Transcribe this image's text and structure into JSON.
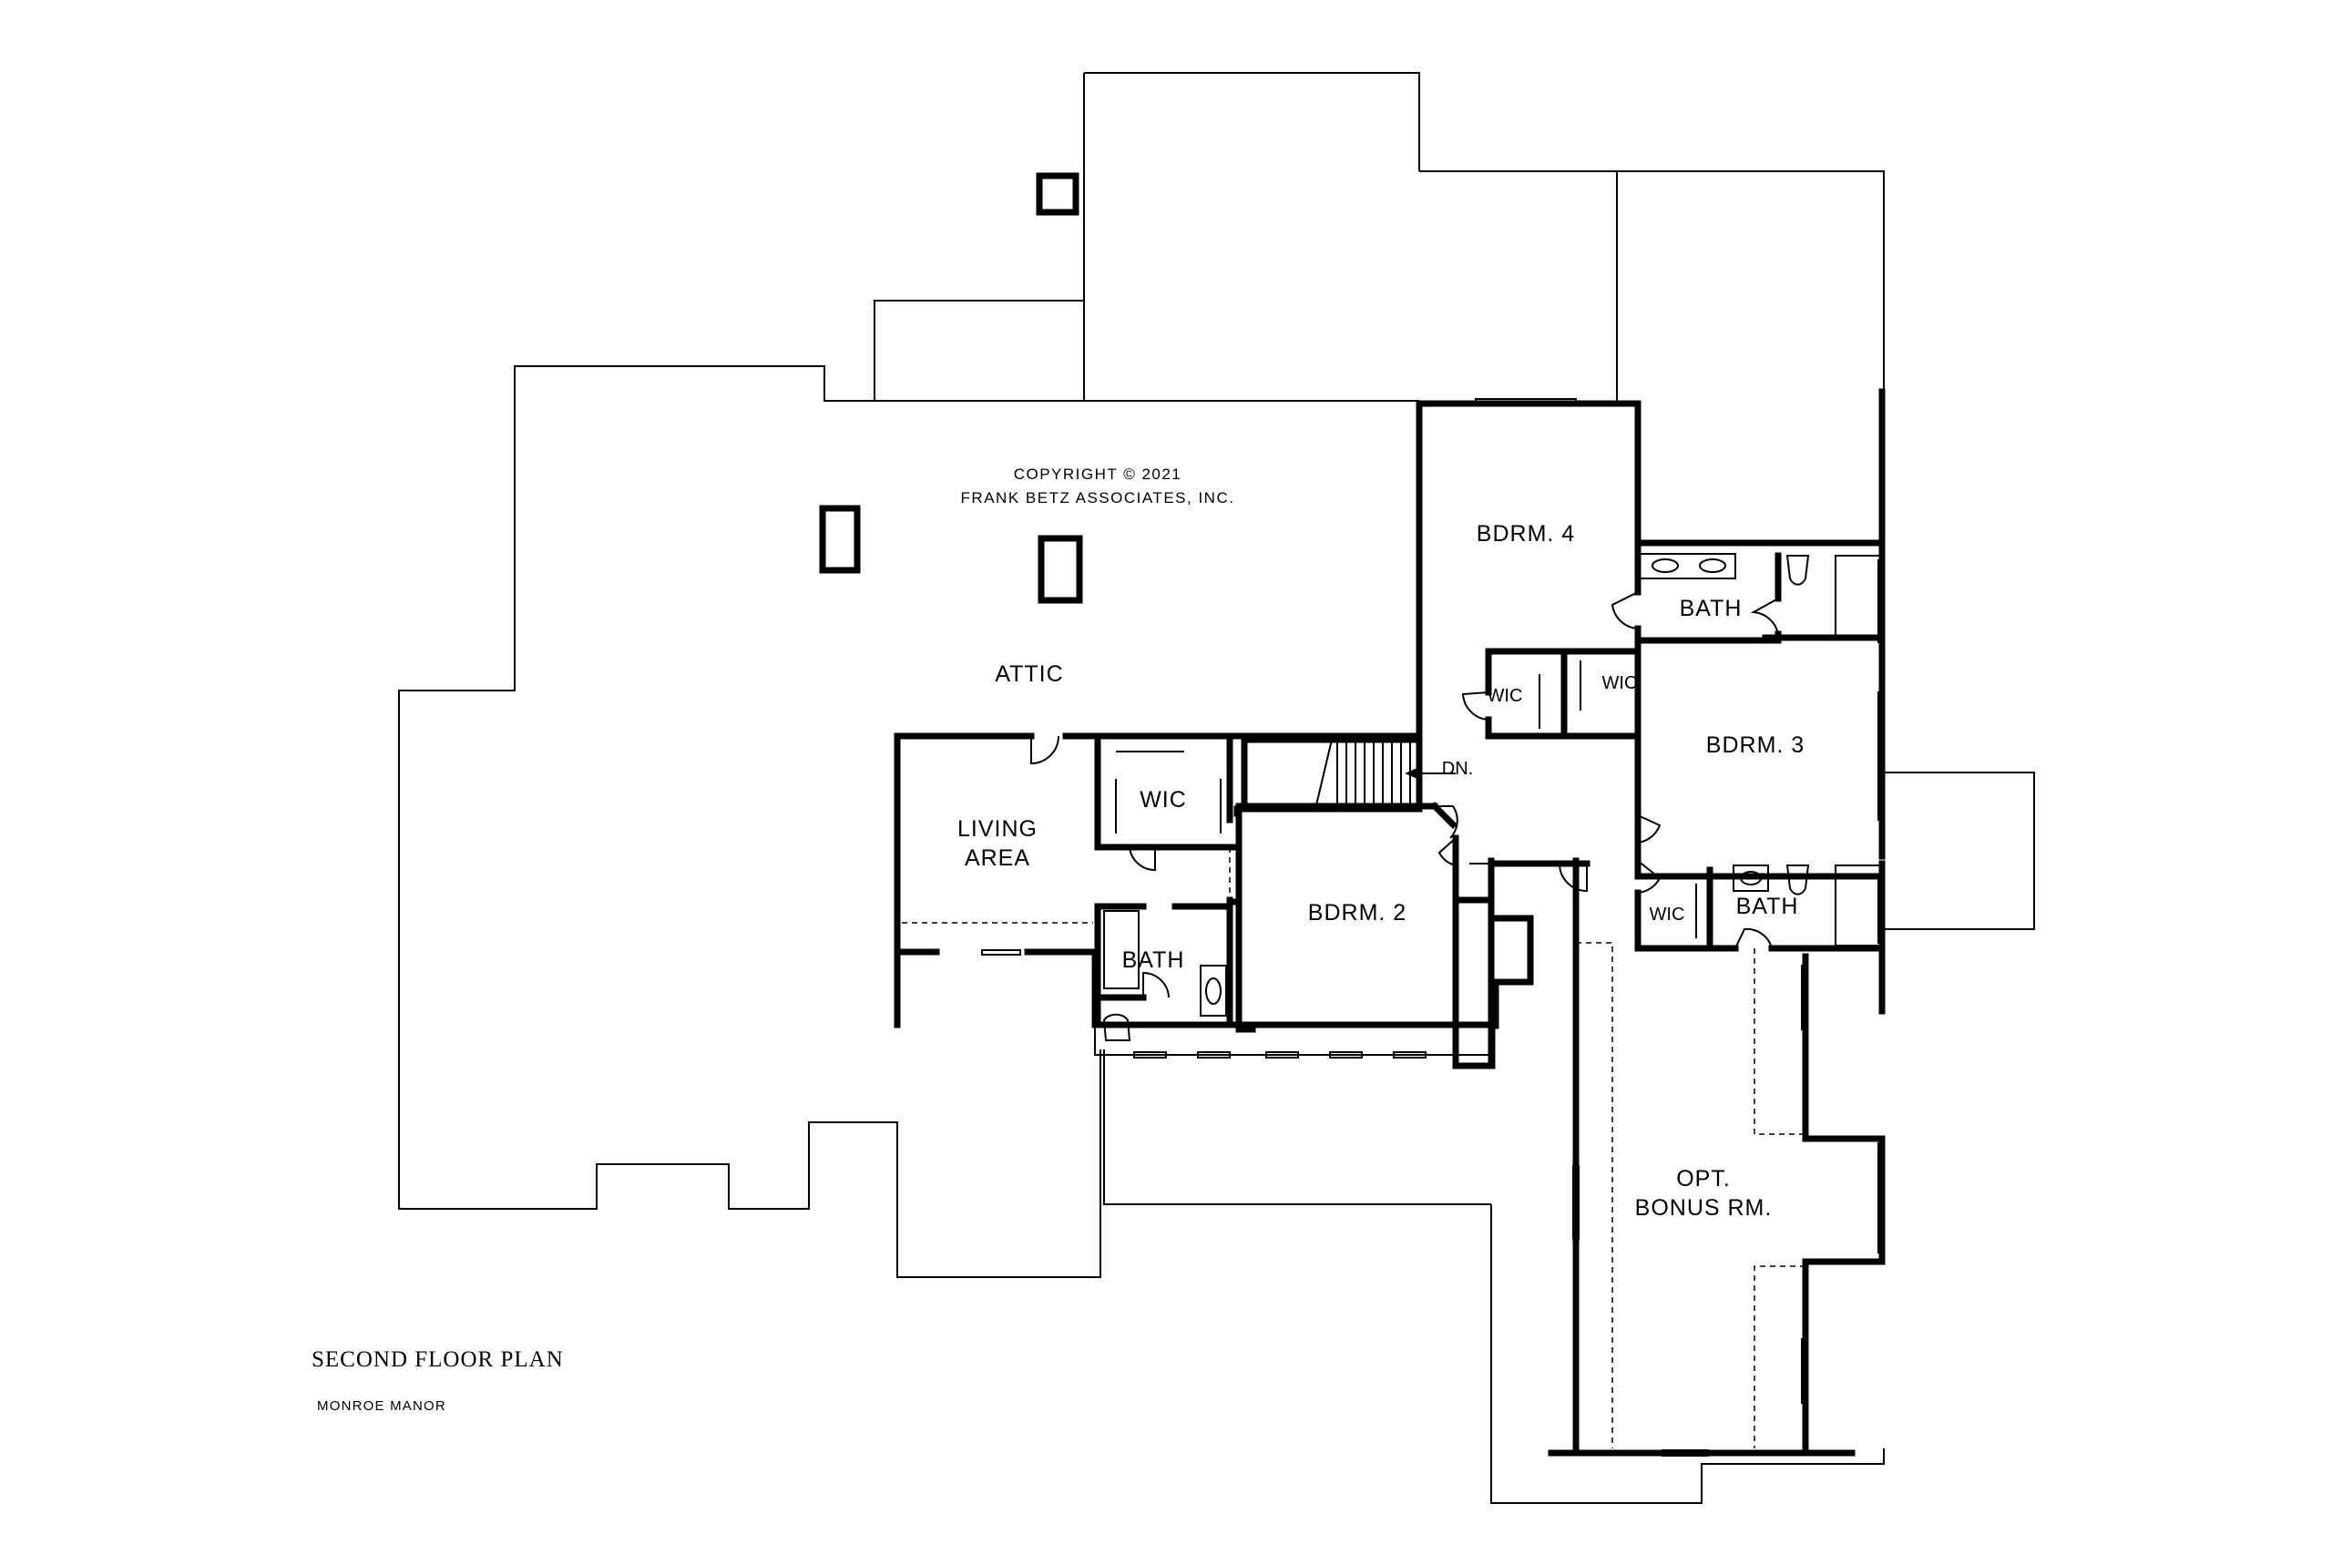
{
  "drawing": {
    "copyright_line1": "COPYRIGHT © 2021",
    "copyright_line2": "FRANK BETZ ASSOCIATES, INC.",
    "title": "SECOND FLOOR PLAN",
    "subtitle": "MONROE MANOR"
  },
  "rooms": {
    "attic": "ATTIC",
    "bdrm4": "BDRM. 4",
    "bath_upper": "BATH",
    "wic_left": "WIC",
    "wic_right": "WIC",
    "bdrm3": "BDRM. 3",
    "dn": "DN.",
    "wic_living": "WIC",
    "living_line1": "LIVING",
    "living_line2": "AREA",
    "bdrm2": "BDRM. 2",
    "bath_lower": "BATH",
    "wic_small": "WIC",
    "bath_right": "BATH",
    "bonus_line1": "OPT.",
    "bonus_line2": "BONUS RM."
  }
}
